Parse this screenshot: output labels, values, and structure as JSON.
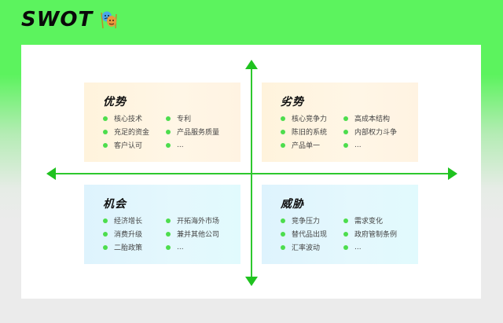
{
  "header": {
    "title": "SWOT",
    "icon": "performing-arts-masks-icon"
  },
  "colors": {
    "accent": "#2ec82e",
    "bullet": "#4ddd4d",
    "background_top": "#5cf35e",
    "background_bottom": "#ebebeb",
    "strength_weakness_fill": "#fff4e0",
    "opportunity_threat_fill": "#e0f6fd"
  },
  "quadrants": {
    "strengths": {
      "title": "优势",
      "items": [
        "核心技术",
        "专利",
        "充足的资金",
        "产品服务质量",
        "客户认可",
        "..."
      ]
    },
    "weaknesses": {
      "title": "劣势",
      "items": [
        "核心竞争力",
        "高成本结构",
        "陈旧的系统",
        "内部权力斗争",
        "产品单一",
        "..."
      ]
    },
    "opportunities": {
      "title": "机会",
      "items": [
        "经济增长",
        "开拓海外市场",
        "消费升级",
        "兼并其他公司",
        "二胎政策",
        "..."
      ]
    },
    "threats": {
      "title": "威胁",
      "items": [
        "竞争压力",
        "需求变化",
        "替代品出现",
        "政府管制条例",
        "汇率波动",
        "..."
      ]
    }
  }
}
